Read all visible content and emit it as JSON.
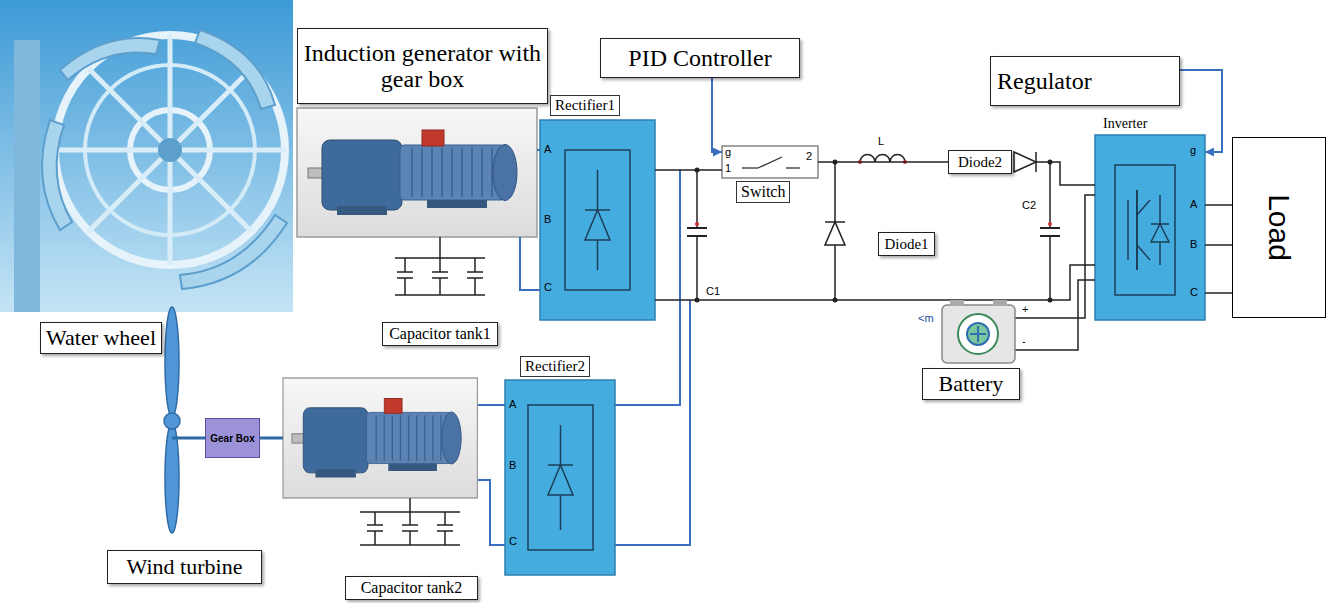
{
  "diagram": {
    "nodes": [
      {
        "text": [
          "Induction generator with gear box"
        ]
      },
      {
        "text": [
          "PID Controller"
        ]
      },
      {
        "text": [
          "Regulator"
        ]
      },
      {
        "text": [
          "Rectifier1"
        ]
      },
      {
        "text": [
          "Switch"
        ]
      },
      {
        "text": [
          "Diode2"
        ]
      },
      {
        "text": [
          "Inverter"
        ]
      },
      {
        "text": [
          "Load"
        ]
      },
      {
        "text": [
          "Diode1"
        ]
      },
      {
        "text": [
          "Water wheel"
        ]
      },
      {
        "text": [
          "Capacitor tank1"
        ]
      },
      {
        "text": [
          "Battery"
        ]
      },
      {
        "text": [
          "Rectifier2"
        ]
      },
      {
        "text": [
          "Gear Box"
        ]
      },
      {
        "text": [
          "Wind turbine"
        ]
      },
      {
        "text": [
          "Capacitor tank2"
        ]
      }
    ],
    "edges": [
      {
        "from": 1,
        "to": 4,
        "arrow": "to"
      },
      {
        "from": 2,
        "to": 6,
        "arrow": "to"
      },
      {
        "from": 3,
        "to": 4,
        "arrow": "none"
      },
      {
        "from": 4,
        "to": 5,
        "arrow": "none"
      },
      {
        "from": 6,
        "to": 7,
        "arrow": "none"
      }
    ],
    "labels": [
      "A",
      "B",
      "C",
      "A",
      "B",
      "C",
      "g",
      "1",
      "2",
      "C1",
      "L",
      "C2",
      "g",
      "A",
      "B",
      "C",
      "<m",
      "+",
      "-"
    ]
  }
}
